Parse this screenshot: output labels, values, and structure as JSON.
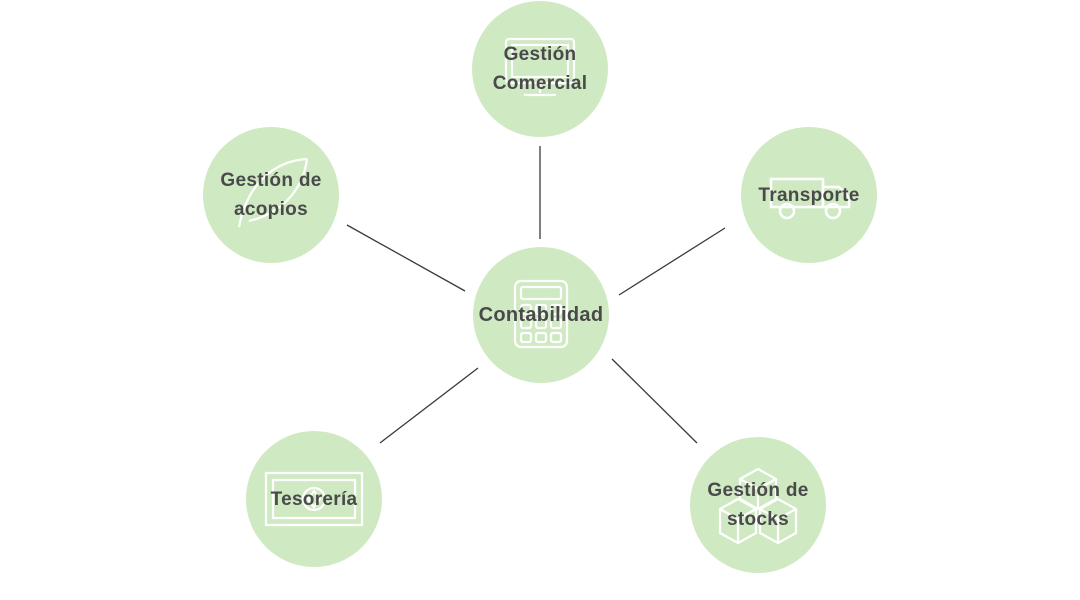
{
  "colors": {
    "node_fill": "#cfeac2",
    "line": "#3a3a3a",
    "label": "#4a4a4a",
    "icon_stroke": "#ffffff"
  },
  "nodes": {
    "comercial": {
      "line1": "Gestión",
      "line2": "Comercial",
      "icon": "monitor-icon"
    },
    "transporte": {
      "line1": "Transporte",
      "icon": "truck-icon"
    },
    "acopios": {
      "line1": "Gestión de",
      "line2": "acopios",
      "icon": "leaf-icon"
    },
    "contabilidad": {
      "line1": "Contabilidad",
      "icon": "calculator-icon"
    },
    "tesoreria": {
      "line1": "Tesorería",
      "icon": "banknote-icon"
    },
    "stocks": {
      "line1": "Gestión de",
      "line2": "stocks",
      "icon": "boxes-icon"
    }
  }
}
